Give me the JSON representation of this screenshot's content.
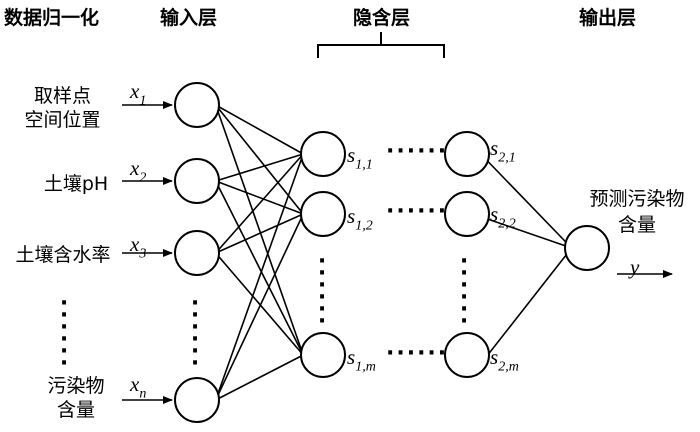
{
  "headers": {
    "normalize": "数据归一化",
    "input_layer": "输入层",
    "hidden_layer": "隐含层",
    "output_layer": "输出层"
  },
  "inputs": [
    {
      "label": "取样点\n空间位置",
      "var": "x",
      "sub": "1"
    },
    {
      "label": "土壤pH",
      "var": "x",
      "sub": "2"
    },
    {
      "label": "土壤含水率",
      "var": "x",
      "sub": "3"
    },
    {
      "label": "污染物\n含量",
      "var": "x",
      "sub": "n"
    }
  ],
  "hidden1": [
    {
      "var": "s",
      "sub": "1,1"
    },
    {
      "var": "s",
      "sub": "1,2"
    },
    {
      "var": "s",
      "sub": "1,m"
    }
  ],
  "hidden2": [
    {
      "var": "s",
      "sub": "2,1"
    },
    {
      "var": "s",
      "sub": "2,2"
    },
    {
      "var": "s",
      "sub": "2,m"
    }
  ],
  "output": {
    "label": "预测污染物\n含量",
    "var": "y"
  },
  "ellipsis_h": "······",
  "ellipsis_v": "······"
}
